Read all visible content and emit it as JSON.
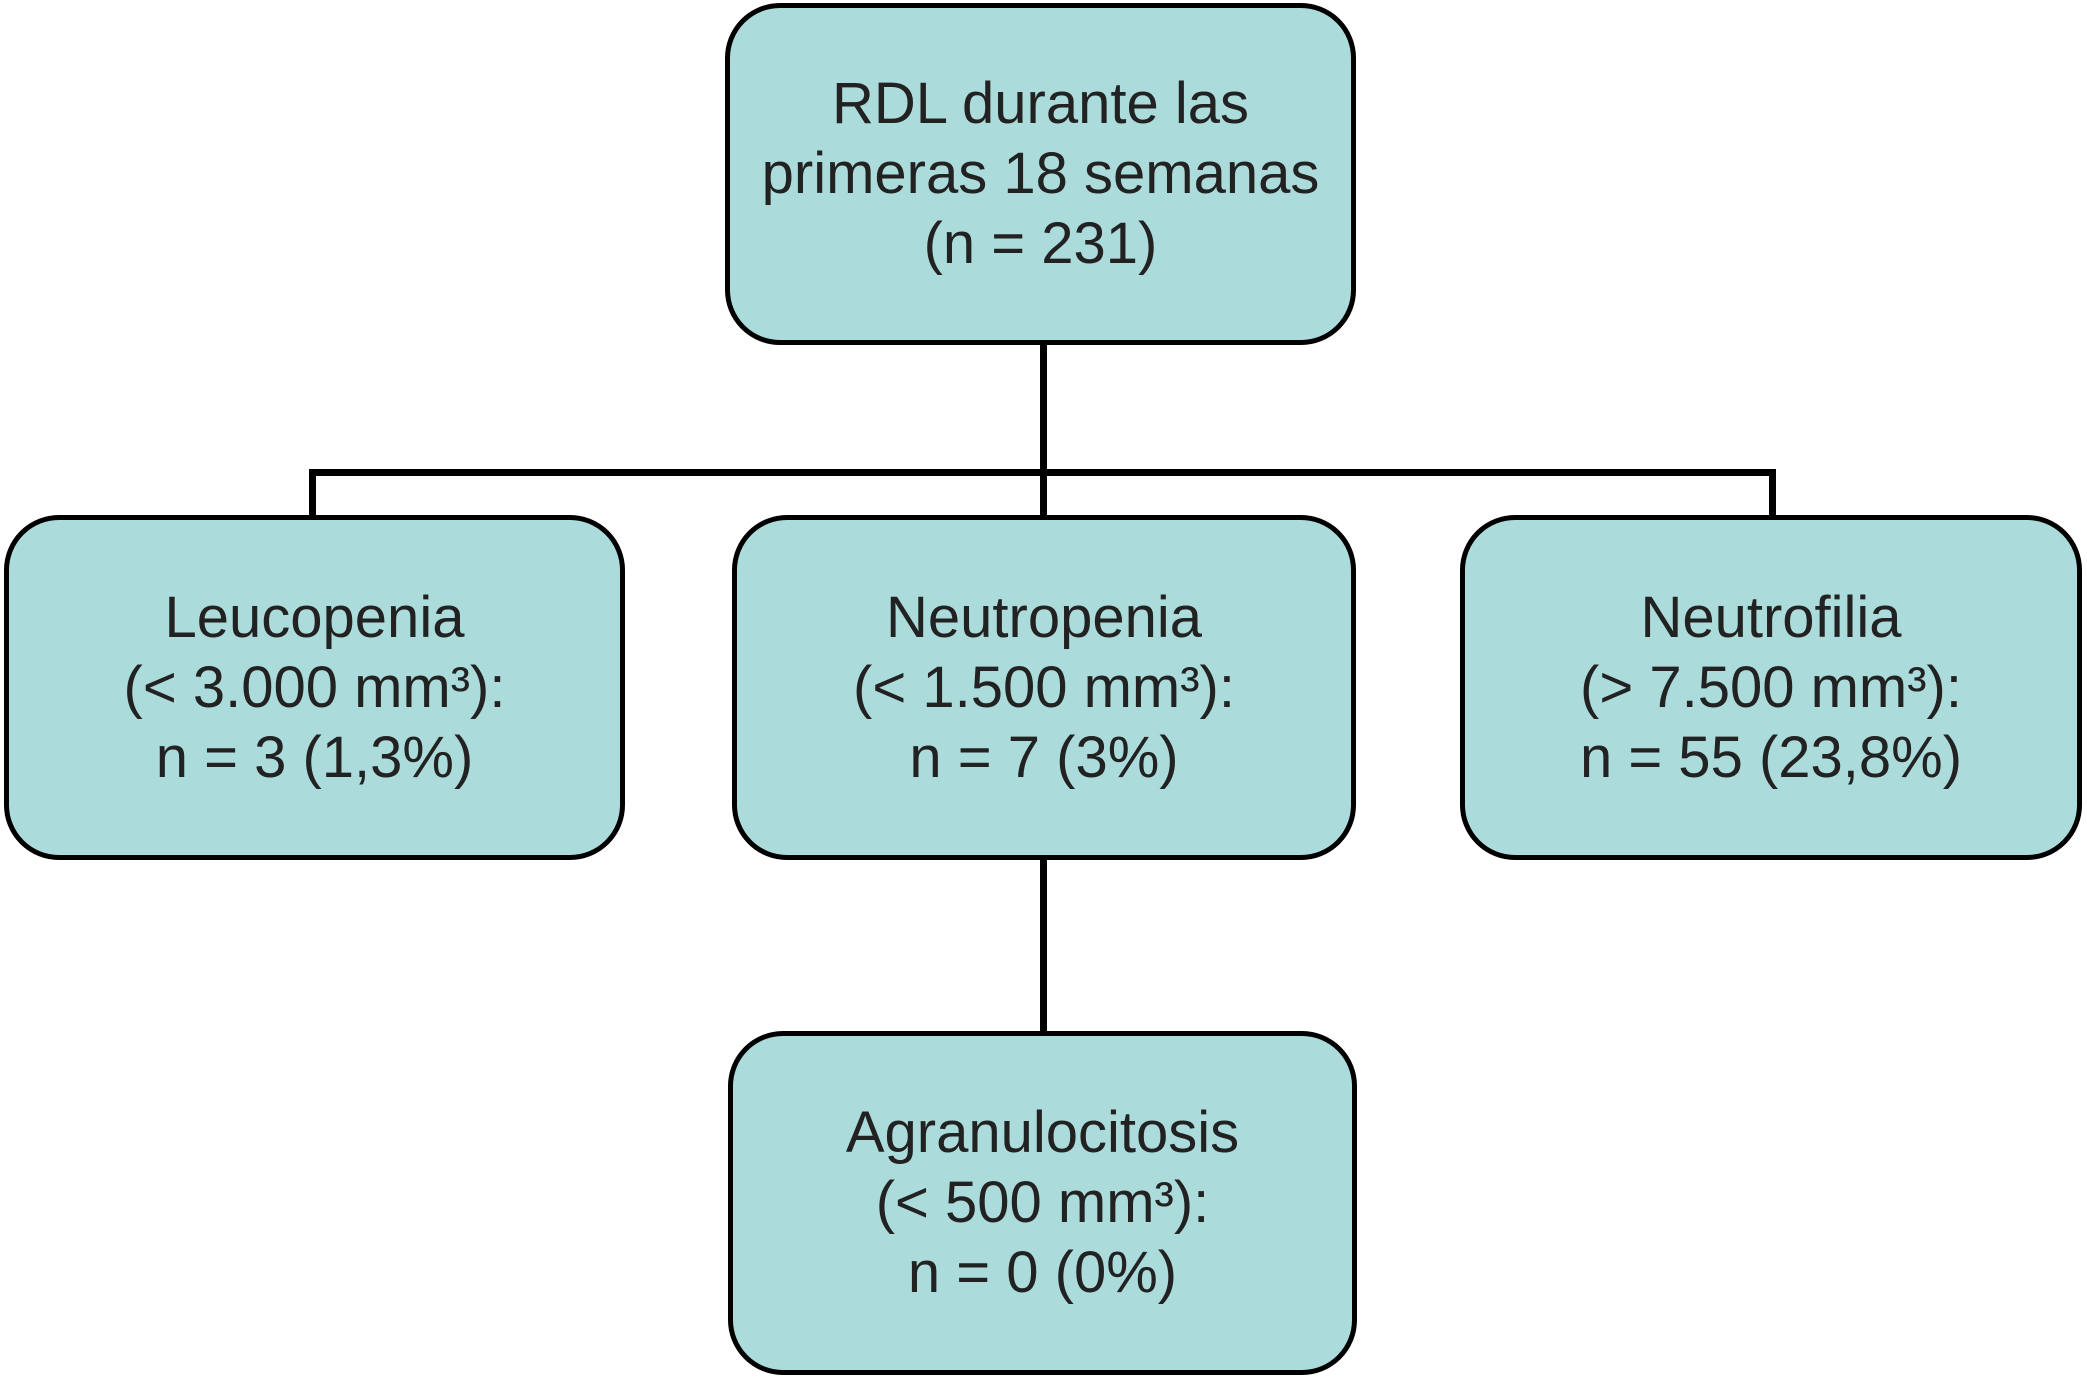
{
  "palette": {
    "background": "#ffffff",
    "node_fill": "#abdcdb",
    "node_border": "#000000",
    "connector_color": "#000000",
    "text_color": "#222222"
  },
  "nodes": {
    "root": {
      "lines": [
        "RDL durante las",
        "primeras 18 semanas",
        "(n = 231)"
      ]
    },
    "leucopenia": {
      "lines": [
        "Leucopenia",
        "(< 3.000 mm³):",
        "n = 3 (1,3%)"
      ]
    },
    "neutropenia": {
      "lines": [
        "Neutropenia",
        "(< 1.500 mm³):",
        "n = 7 (3%)"
      ]
    },
    "neutrofilia": {
      "lines": [
        "Neutrofilia",
        "(> 7.500 mm³):",
        "n = 55 (23,8%)"
      ]
    },
    "agranulocitosis": {
      "lines": [
        "Agranulocitosis",
        "(< 500 mm³):",
        "n = 0 (0%)"
      ]
    }
  }
}
